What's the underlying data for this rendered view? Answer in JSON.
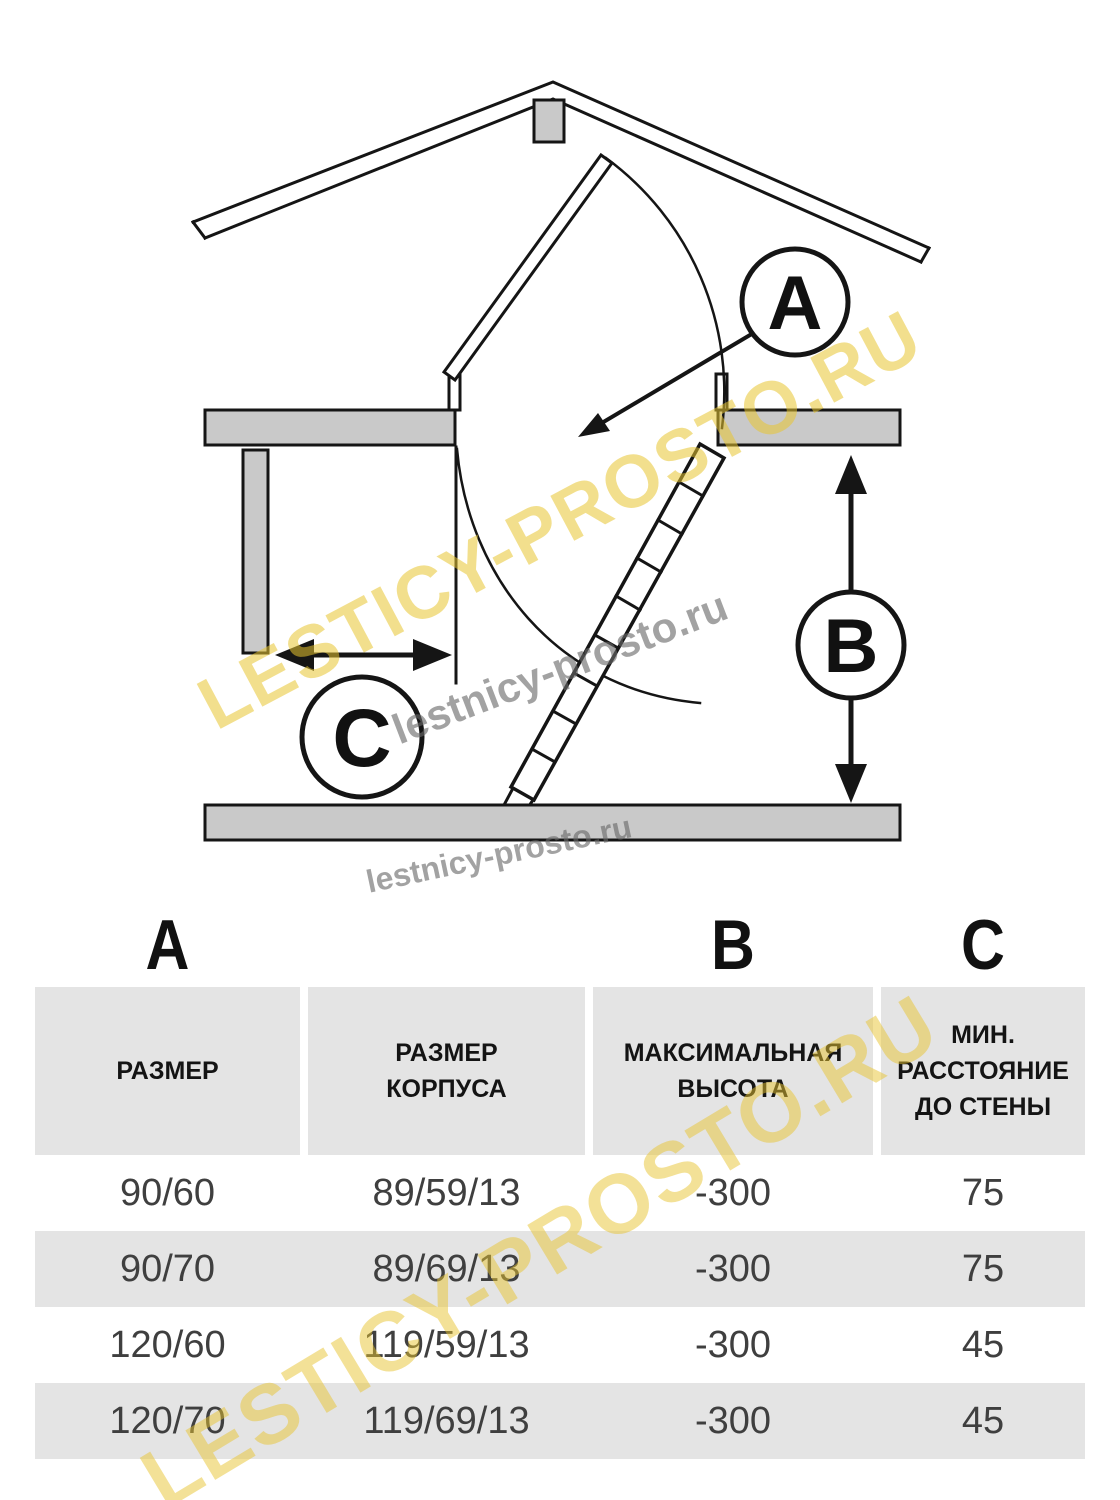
{
  "diagram": {
    "labels": {
      "a": "A",
      "b": "B",
      "c": "C"
    },
    "watermarks": {
      "yellow_top": "LESTICY-PROSTO.RU",
      "yellow_bottom": "LESTICY-PROSTO.RU",
      "gray_mid": "lestnicy-prosto.ru",
      "gray_low": "lestnicy-prosto.ru"
    }
  },
  "table": {
    "letters": {
      "col1": "A",
      "col3": "B",
      "col4": "C"
    },
    "headers": {
      "size": "РАЗМЕР",
      "body_size": "РАЗМЕР\nКОРПУСА",
      "max_height": "МАКСИМАЛЬНАЯ\nВЫСОТА",
      "min_wall_distance": "МИН.\nРАССТОЯНИЕ\nДО СТЕНЫ"
    },
    "rows": [
      {
        "size": "90/60",
        "body": "89/59/13",
        "height": "-300",
        "dist": "75"
      },
      {
        "size": "90/70",
        "body": "89/69/13",
        "height": "-300",
        "dist": "75"
      },
      {
        "size": "120/60",
        "body": "119/59/13",
        "height": "-300",
        "dist": "45"
      },
      {
        "size": "120/70",
        "body": "119/69/13",
        "height": "-300",
        "dist": "45"
      }
    ]
  },
  "colors": {
    "slab_fill": "#c9c9c9",
    "line": "#151515",
    "header_bg": "#e4e4e4",
    "row_alt_bg": "#e4e4e4",
    "watermark_yellow": "#e8c42f",
    "watermark_gray": "#696969"
  }
}
